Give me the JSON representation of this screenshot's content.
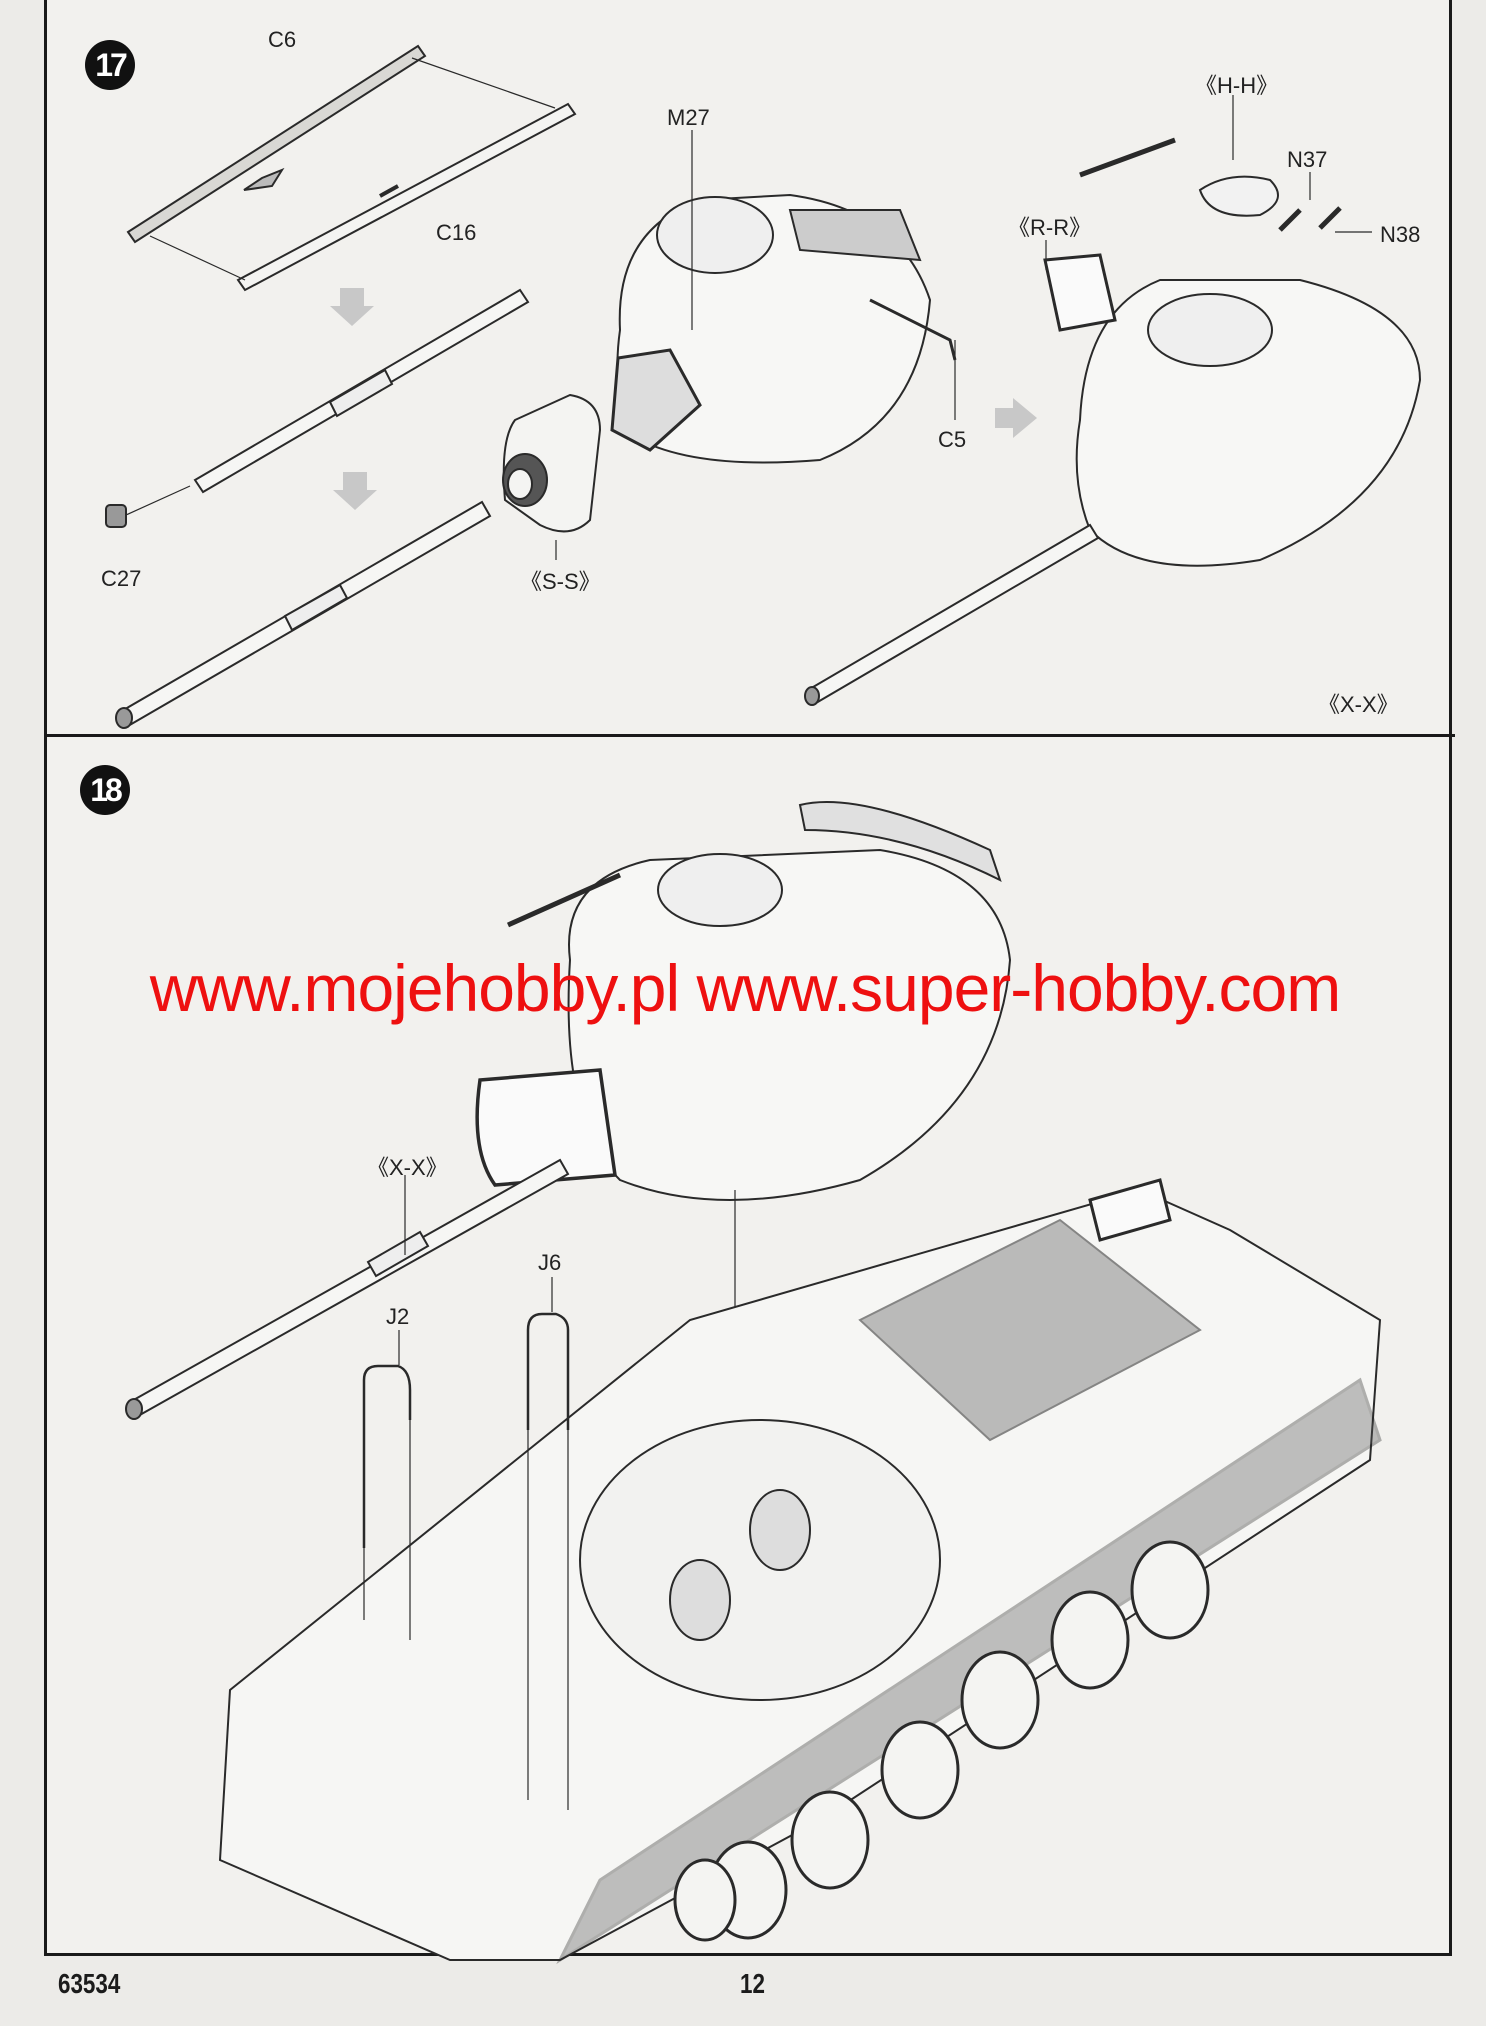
{
  "page": {
    "kit_number": "63534",
    "page_number": "12",
    "watermark": "www.mojehobby.pl www.super-hobby.com"
  },
  "steps": [
    {
      "number": "17",
      "labels": {
        "c6": "C6",
        "c16": "C16",
        "m27": "M27",
        "c27": "C27",
        "s_s": "《S-S》",
        "c5": "C5",
        "h_h": "《H-H》",
        "r_r": "《R-R》",
        "n37": "N37",
        "n38": "N38",
        "x_x": "《X-X》"
      }
    },
    {
      "number": "18",
      "labels": {
        "x_x": "《X-X》",
        "j2": "J2",
        "j6": "J6"
      }
    }
  ],
  "icons": {
    "down_arrow": "down-arrow-icon",
    "right_arrow": "right-arrow-icon"
  }
}
